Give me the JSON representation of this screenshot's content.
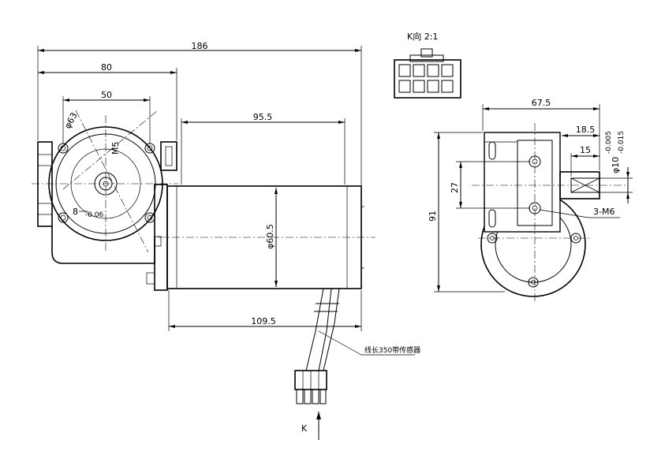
{
  "view_label": "K向  2:1",
  "dimensions": {
    "overall_length": "186",
    "gearbox_width": "80",
    "bolt_spacing": "50",
    "flange_diameter": "φ63",
    "thread": "M5",
    "shaft_key": "8",
    "shaft_key_tol": "-0.06",
    "motor_length": "95.5",
    "motor_diameter": "φ60.5",
    "motor_body_length": "109.5",
    "side_width": "67.5",
    "shaft_length": "18.5",
    "shaft_key_length": "15",
    "shaft_diameter": "φ10",
    "shaft_tol_upper": "-0.005",
    "shaft_tol_lower": "-0.015",
    "side_height": "91",
    "hole_spacing": "27",
    "mount_holes": "3-M6"
  },
  "annotations": {
    "cable_note": "线长350带传感器",
    "direction_label": "K"
  }
}
